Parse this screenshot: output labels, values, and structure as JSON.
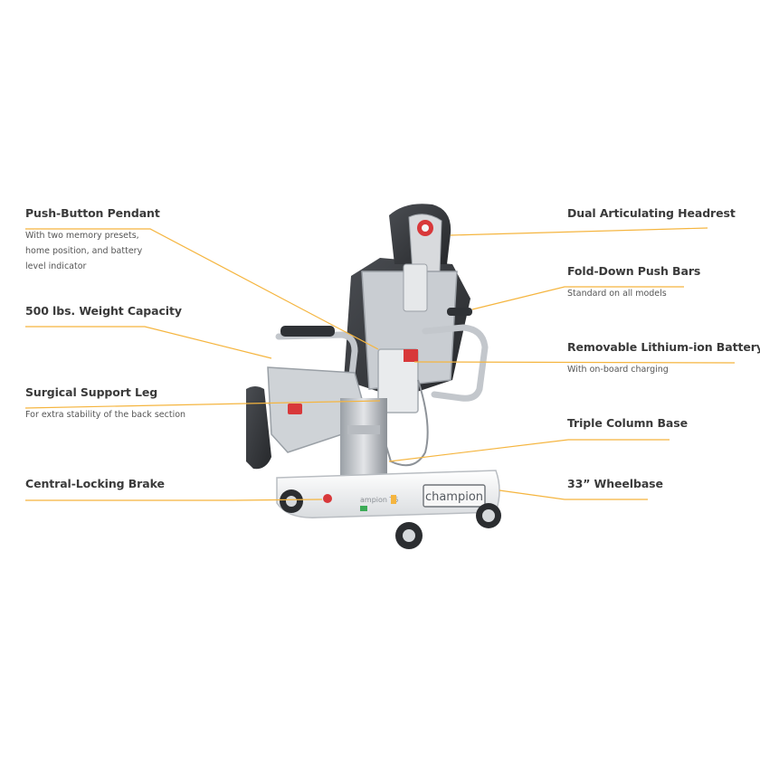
{
  "colors": {
    "leader": "#f5b53f",
    "title": "#3a3a3a",
    "description": "#555555",
    "frame": "#c9ccd1",
    "upholstery": "#3b3e43",
    "base": "#f4f5f6"
  },
  "callouts": [
    {
      "id": "pendant",
      "title": "Push-Button Pendant",
      "description": [
        "With two memory presets,",
        "home position, and battery",
        "level indicator"
      ]
    },
    {
      "id": "weight",
      "title": "500 lbs. Weight Capacity",
      "description": []
    },
    {
      "id": "support-leg",
      "title": "Surgical Support Leg",
      "description": [
        "For extra stability of the back section"
      ]
    },
    {
      "id": "brake",
      "title": "Central-Locking Brake",
      "description": []
    },
    {
      "id": "headrest",
      "title": "Dual Articulating Headrest",
      "description": []
    },
    {
      "id": "push-bars",
      "title": "Fold-Down Push Bars",
      "description": [
        "Standard on all models"
      ]
    },
    {
      "id": "battery",
      "title": "Removable Lithium-ion Battery",
      "description": [
        "With on-board charging"
      ]
    },
    {
      "id": "column",
      "title": "Triple Column Base",
      "description": []
    },
    {
      "id": "wheelbase",
      "title": "33” Wheelbase",
      "description": []
    }
  ],
  "product": {
    "brand_label": "champion",
    "model_label": "ampion T5"
  }
}
